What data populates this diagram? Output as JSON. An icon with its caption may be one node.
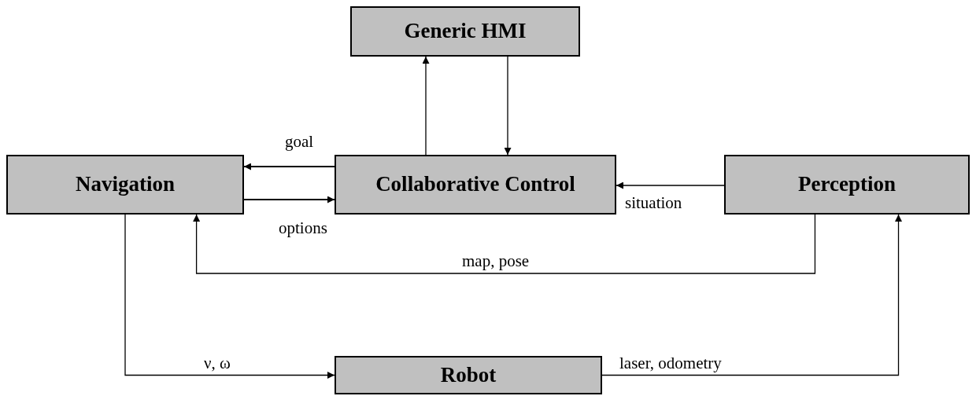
{
  "diagram": {
    "nodes": [
      {
        "text": [
          "Generic HMI"
        ]
      },
      {
        "text": [
          "Navigation"
        ]
      },
      {
        "text": [
          "Collaborative Control"
        ]
      },
      {
        "text": [
          "Perception"
        ]
      },
      {
        "text": [
          "Robot"
        ]
      }
    ],
    "edges": [
      {
        "from": 2,
        "to": 0,
        "arrow": "to"
      },
      {
        "from": 0,
        "to": 2,
        "arrow": "to"
      },
      {
        "from": 2,
        "to": 1,
        "arrow": "to",
        "label": "goal"
      },
      {
        "from": 1,
        "to": 2,
        "arrow": "to",
        "label": "options"
      },
      {
        "from": 3,
        "to": 2,
        "arrow": "to",
        "label": "situation"
      },
      {
        "from": 3,
        "to": 1,
        "arrow": "to",
        "label": "map, pose"
      },
      {
        "from": 1,
        "to": 4,
        "arrow": "to",
        "label": "ν, ω"
      },
      {
        "from": 4,
        "to": 3,
        "arrow": "to",
        "label": "laser, odometry"
      }
    ]
  }
}
